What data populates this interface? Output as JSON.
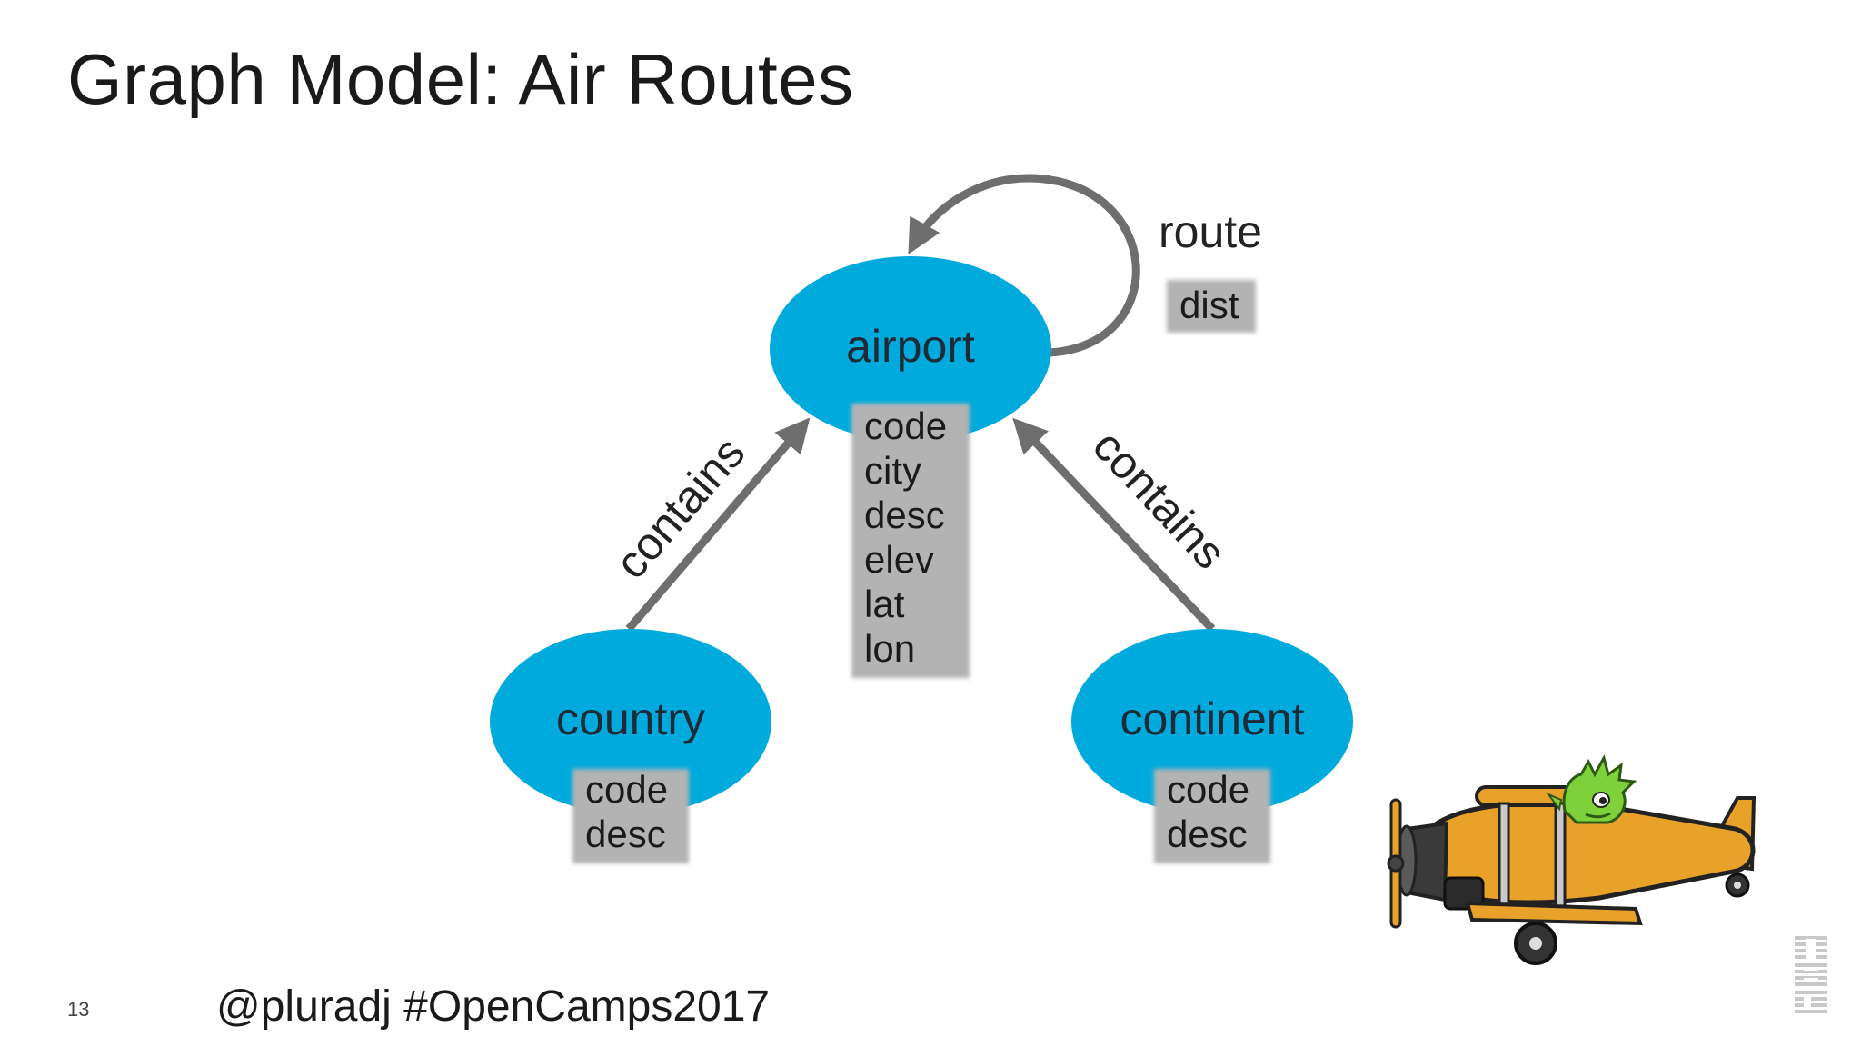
{
  "slide": {
    "title": "Graph Model: Air Routes",
    "number": "13",
    "footer": "@pluradj #OpenCamps2017",
    "logo": "IBM"
  },
  "diagram": {
    "vertices": [
      {
        "id": "airport",
        "label": "airport",
        "properties": [
          "code",
          "city",
          "desc",
          "elev",
          "lat",
          "lon"
        ]
      },
      {
        "id": "country",
        "label": "country",
        "properties": [
          "code",
          "desc"
        ]
      },
      {
        "id": "continent",
        "label": "continent",
        "properties": [
          "code",
          "desc"
        ]
      }
    ],
    "edges": [
      {
        "id": "route",
        "label": "route",
        "from": "airport",
        "to": "airport",
        "properties": [
          "dist"
        ]
      },
      {
        "id": "country-contains",
        "label": "contains",
        "from": "country",
        "to": "airport",
        "properties": []
      },
      {
        "id": "continent-contains",
        "label": "contains",
        "from": "continent",
        "to": "airport",
        "properties": []
      }
    ]
  },
  "colors": {
    "vertex_fill": "#00aadc",
    "edge_stroke": "#6e6e6e",
    "property_box": "#b3b3b3",
    "plane_body": "#e8a22a",
    "pilot_green": "#7fd13b"
  },
  "icons": [
    "airplane-illustration",
    "goblin-pilot-icon",
    "ibm-logo"
  ]
}
